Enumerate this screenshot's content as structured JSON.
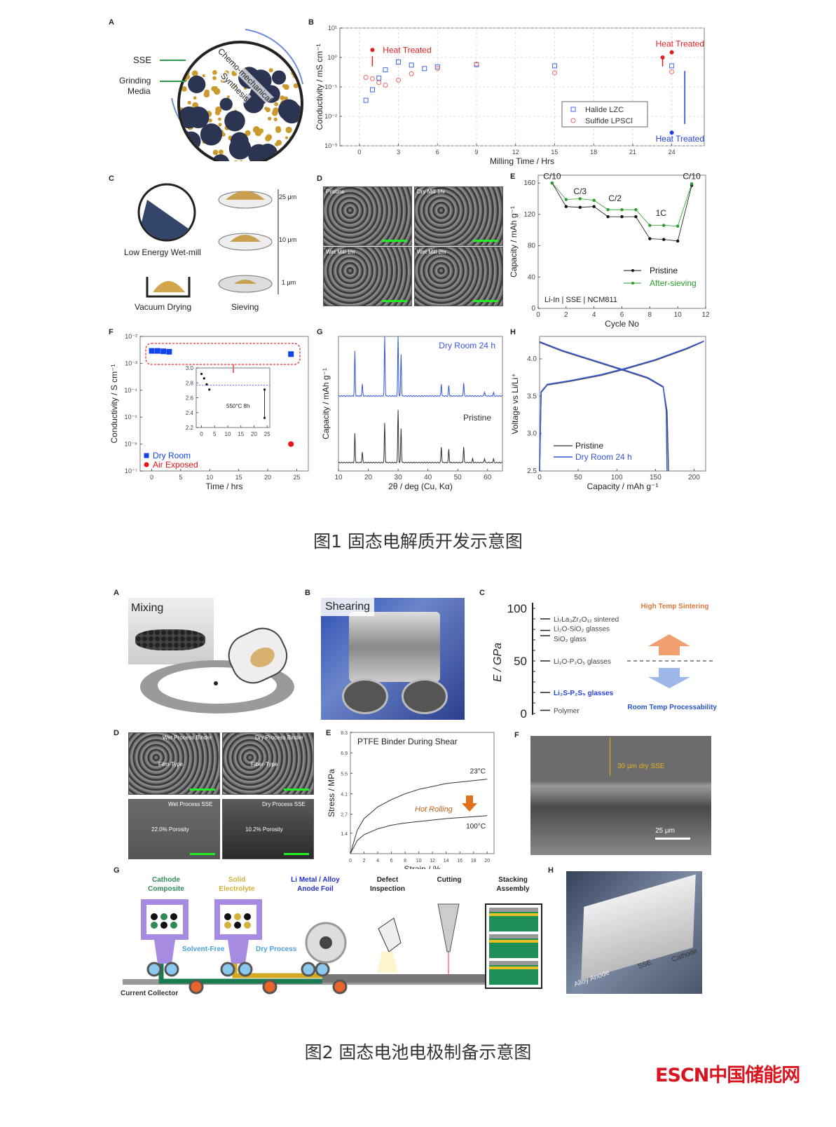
{
  "figure1": {
    "caption": "图1 固态电解质开发示意图",
    "panel_labels": [
      "A",
      "B",
      "C",
      "D",
      "E",
      "F",
      "G",
      "H"
    ],
    "panelA": {
      "sse": "SSE",
      "grinding": "Grinding",
      "media": "Media",
      "chemo": "Chemo-mechanical",
      "synthesis": "Synthesis"
    },
    "panelC": {
      "wetmill": "Low Energy Wet-mill",
      "drying": "Vacuum Drying",
      "sieving": "Sieving",
      "sizes": [
        "25 μm",
        "10 μm",
        "1 μm"
      ]
    },
    "panelD": {
      "images": [
        "Pristine",
        "Dry Mill 1hr",
        "Wet Mill 1hr",
        "Wet Mill 2hr"
      ]
    }
  },
  "figure2": {
    "caption": "图2 固态电池电极制备示意图",
    "panel_labels": [
      "A",
      "B",
      "C",
      "D",
      "E",
      "F",
      "G",
      "H"
    ],
    "panelA": {
      "title": "Mixing"
    },
    "panelB": {
      "title": "Shearing"
    },
    "panelD": {
      "images": [
        "Wet Process Binder",
        "Dry Process Binder",
        "Wet Process SSE",
        "Dry Process SSE"
      ],
      "overlays": [
        "Film-Type",
        "Fiber-Type",
        "22.0% Porosity",
        "10.2% Porosity"
      ]
    },
    "panelF": {
      "thickness": "30 μm dry SSE",
      "scale": "25 μm"
    },
    "panelG": {
      "steps": [
        {
          "label": "Cathode Composite",
          "color": "#2e8b57"
        },
        {
          "label": "Solid Electrolyte",
          "color": "#d4b13a"
        },
        {
          "label": "Li Metal / Alloy Anode Foil",
          "color": "#2233cc"
        },
        {
          "label": "Defect Inspection",
          "color": "#222222"
        },
        {
          "label": "Cutting",
          "color": "#222222"
        },
        {
          "label": "Stacking Assembly",
          "color": "#222222"
        }
      ],
      "solvent_free": "Solvent-Free",
      "dry_process": "Dry Process",
      "current_collector": "Current Collector"
    },
    "panelH": {
      "labels": [
        "Alloy Anode",
        "SSE",
        "Cathode"
      ]
    }
  },
  "logo": "ESCN中国储能网",
  "chart_data": [
    {
      "id": "fig1B",
      "type": "scatter",
      "xlabel": "Milling Time / Hrs",
      "ylabel": "Conductivity / mS cm⁻¹",
      "xlim": [
        -1.5,
        26.5
      ],
      "ylim_log10": [
        -3,
        1
      ],
      "xticks": [
        "0",
        "3",
        "6",
        "9",
        "12",
        "15",
        "18",
        "21",
        "24"
      ],
      "yticks": [
        "10⁻³",
        "10⁻²",
        "10⁻¹",
        "10⁰",
        "10¹"
      ],
      "series": [
        {
          "name": "Halide LZC",
          "color": "#4466ee",
          "marker": "square",
          "points": [
            [
              0.5,
              0.035
            ],
            [
              1,
              0.08
            ],
            [
              1.5,
              0.2
            ],
            [
              2,
              0.38
            ],
            [
              3,
              0.7
            ],
            [
              4,
              0.55
            ],
            [
              5,
              0.42
            ],
            [
              6,
              0.48
            ],
            [
              9,
              0.57
            ],
            [
              15,
              0.52
            ],
            [
              24,
              0.52
            ]
          ]
        },
        {
          "name": "Sulfide LPSCl",
          "color": "#ee6666",
          "marker": "circle",
          "points": [
            [
              0.5,
              0.21
            ],
            [
              1,
              0.19
            ],
            [
              1.5,
              0.14
            ],
            [
              2,
              0.115
            ],
            [
              3,
              0.17
            ],
            [
              4,
              0.28
            ],
            [
              6,
              0.42
            ],
            [
              9,
              0.6
            ],
            [
              15,
              0.3
            ],
            [
              24,
              0.33
            ]
          ]
        }
      ],
      "heat_treated": [
        {
          "label": "Heat Treated",
          "color": "#e02020",
          "points": [
            [
              1,
              1.8
            ],
            [
              23.3,
              1.0
            ],
            [
              24,
              1.5
            ]
          ]
        },
        {
          "label": "Heat Treated",
          "color": "#2040e0",
          "points": [
            [
              24,
              0.0028
            ]
          ]
        }
      ]
    },
    {
      "id": "fig1E",
      "type": "line",
      "xlabel": "Cycle No",
      "ylabel": "Capacity / mAh g⁻¹",
      "xlim": [
        0,
        12
      ],
      "ylim": [
        0,
        170
      ],
      "xticks": [
        "0",
        "2",
        "4",
        "6",
        "8",
        "10",
        "12"
      ],
      "yticks": [
        "0",
        "40",
        "80",
        "120",
        "160"
      ],
      "rates": [
        "C/10",
        "C/3",
        "C/2",
        "1C",
        "C/10"
      ],
      "cell": "Li-In | SSE | NCM811",
      "series": [
        {
          "name": "Pristine",
          "color": "#111111",
          "values": [
            160,
            130,
            129,
            130,
            117,
            117,
            117,
            89,
            88,
            86,
            157
          ]
        },
        {
          "name": "After-sieving",
          "color": "#2a9a2a",
          "values": [
            160,
            139,
            140,
            138,
            126,
            126,
            126,
            106,
            106,
            105,
            159
          ]
        }
      ]
    },
    {
      "id": "fig1F",
      "type": "scatter",
      "xlabel": "Time / hrs",
      "ylabel": "Conductivity / S cm⁻¹",
      "xlim": [
        -2,
        27
      ],
      "ylim_log10": [
        -7,
        -2
      ],
      "xticks": [
        "0",
        "5",
        "10",
        "15",
        "20",
        "25"
      ],
      "yticks": [
        "10⁻⁷",
        "10⁻⁶",
        "10⁻⁵",
        "10⁻⁴",
        "10⁻³",
        "10⁻²"
      ],
      "series": [
        {
          "name": "Dry Room",
          "color": "#1144ee",
          "marker": "square",
          "points": [
            [
              0,
              0.0029
            ],
            [
              1,
              0.0029
            ],
            [
              2,
              0.0028
            ],
            [
              3,
              0.0027
            ],
            [
              24,
              0.0022
            ]
          ]
        },
        {
          "name": "Air Exposed",
          "color": "#ee1111",
          "marker": "circle",
          "points": [
            [
              24,
              1e-06
            ]
          ]
        }
      ],
      "inset": {
        "label": "550°C 8h",
        "xlim": [
          -2,
          26
        ],
        "ylim": [
          2.2,
          3.0
        ],
        "xticks": [
          "0",
          "5",
          "10",
          "15",
          "20",
          "25"
        ],
        "yticks": [
          "2.2",
          "2.4",
          "2.6",
          "2.8",
          "3.0"
        ],
        "reference": 2.77,
        "points": [
          [
            0,
            2.92
          ],
          [
            1,
            2.86
          ],
          [
            2,
            2.78
          ],
          [
            3,
            2.71
          ],
          [
            24,
            2.71
          ],
          [
            24,
            2.33
          ]
        ]
      }
    },
    {
      "id": "fig1G",
      "type": "line",
      "xlabel": "2θ / deg (Cu, Kα)",
      "ylabel": "Capacity / mAh g⁻¹",
      "xlim": [
        10,
        65
      ],
      "xticks": [
        "10",
        "20",
        "30",
        "40",
        "50",
        "60"
      ],
      "series": [
        {
          "name": "Dry Room 24 h",
          "color": "#3355dd",
          "peaks": [
            [
              15.5,
              0.75
            ],
            [
              18,
              0.2
            ],
            [
              25.5,
              1.0
            ],
            [
              30,
              1.0
            ],
            [
              31,
              0.7
            ],
            [
              44.5,
              0.2
            ],
            [
              47,
              0.17
            ],
            [
              52,
              0.22
            ],
            [
              59,
              0.07
            ],
            [
              62,
              0.06
            ]
          ]
        },
        {
          "name": "Pristine",
          "color": "#333333",
          "peaks": [
            [
              15.5,
              0.55
            ],
            [
              18,
              0.2
            ],
            [
              25.5,
              0.75
            ],
            [
              30,
              1.0
            ],
            [
              31,
              0.65
            ],
            [
              44.5,
              0.3
            ],
            [
              47,
              0.25
            ],
            [
              52,
              0.3
            ],
            [
              55,
              0.07
            ],
            [
              59,
              0.08
            ],
            [
              62,
              0.07
            ]
          ]
        }
      ]
    },
    {
      "id": "fig1H",
      "type": "line",
      "xlabel": "Capacity / mAh g⁻¹",
      "ylabel": "Voltage vs Li/Li⁺",
      "xlim": [
        0,
        215
      ],
      "ylim": [
        2.5,
        4.3
      ],
      "xticks": [
        "0",
        "50",
        "100",
        "150",
        "200"
      ],
      "yticks": [
        "2.5",
        "3.0",
        "3.5",
        "4.0"
      ],
      "series": [
        {
          "name": "Pristine",
          "color": "#555555",
          "charge": [
            [
              0,
              2.5
            ],
            [
              2,
              3.55
            ],
            [
              10,
              3.65
            ],
            [
              40,
              3.7
            ],
            [
              80,
              3.78
            ],
            [
              110,
              3.86
            ],
            [
              150,
              3.98
            ],
            [
              190,
              4.13
            ],
            [
              212,
              4.23
            ]
          ],
          "discharge": [
            [
              0,
              4.22
            ],
            [
              30,
              4.1
            ],
            [
              70,
              3.97
            ],
            [
              110,
              3.84
            ],
            [
              140,
              3.74
            ],
            [
              160,
              3.62
            ],
            [
              165,
              3.3
            ],
            [
              167,
              2.5
            ]
          ]
        },
        {
          "name": "Dry Room 24 h",
          "color": "#3355dd",
          "charge": [
            [
              0,
              2.5
            ],
            [
              2,
              3.56
            ],
            [
              10,
              3.66
            ],
            [
              40,
              3.71
            ],
            [
              80,
              3.79
            ],
            [
              110,
              3.87
            ],
            [
              150,
              3.99
            ],
            [
              190,
              4.14
            ],
            [
              213,
              4.24
            ]
          ],
          "discharge": [
            [
              0,
              4.23
            ],
            [
              30,
              4.11
            ],
            [
              70,
              3.98
            ],
            [
              110,
              3.85
            ],
            [
              140,
              3.75
            ],
            [
              160,
              3.63
            ],
            [
              164,
              3.3
            ],
            [
              165,
              2.5
            ]
          ]
        }
      ]
    },
    {
      "id": "fig2C",
      "type": "scale",
      "ylabel": "E / GPa",
      "ylim": [
        0,
        100
      ],
      "yticks": [
        "0",
        "50",
        "100"
      ],
      "materials": [
        {
          "label": "Li₇La₃Zr₂O₁₂ sintered",
          "value": 90,
          "color": "#444444"
        },
        {
          "label": "Li₂O-SiO₂ glasses",
          "value": 79,
          "color": "#444444"
        },
        {
          "label": "SiO₂ glass",
          "value": 74,
          "color": "#444444"
        },
        {
          "label": "Li₂O-P₂O₅ glasses",
          "value": 50,
          "color": "#444444"
        },
        {
          "label": "Li₂S-P₂S₅ glasses",
          "value": 20,
          "color": "#2244dd"
        },
        {
          "label": "Polymer",
          "value": 3,
          "color": "#444444"
        }
      ],
      "high": "High Temp Sintering",
      "room": "Room Temp Processability"
    },
    {
      "id": "fig2E",
      "type": "line",
      "title": "PTFE Binder During Shear",
      "xlabel": "Strain / %",
      "ylabel": "Stress / MPa",
      "xlim": [
        0,
        21
      ],
      "ylim": [
        0,
        8.3
      ],
      "xticks": [
        "0",
        "2",
        "4",
        "6",
        "8",
        "10",
        "12",
        "14",
        "16",
        "18",
        "20"
      ],
      "yticks": [
        "1.4",
        "2.7",
        "4.1",
        "5.5",
        "6.9",
        "8.3"
      ],
      "annotation": "Hot Rolling",
      "series": [
        {
          "name": "23°C",
          "color": "#333333",
          "values": [
            [
              0,
              0
            ],
            [
              1,
              1.6
            ],
            [
              2,
              2.4
            ],
            [
              4,
              3.2
            ],
            [
              6,
              3.7
            ],
            [
              8,
              4.1
            ],
            [
              10,
              4.4
            ],
            [
              14,
              4.8
            ],
            [
              20,
              5.1
            ]
          ]
        },
        {
          "name": "100°C",
          "color": "#333333",
          "values": [
            [
              0,
              0
            ],
            [
              1,
              0.9
            ],
            [
              2,
              1.3
            ],
            [
              4,
              1.7
            ],
            [
              6,
              1.95
            ],
            [
              8,
              2.1
            ],
            [
              10,
              2.2
            ],
            [
              14,
              2.4
            ],
            [
              20,
              2.6
            ]
          ]
        }
      ]
    }
  ]
}
